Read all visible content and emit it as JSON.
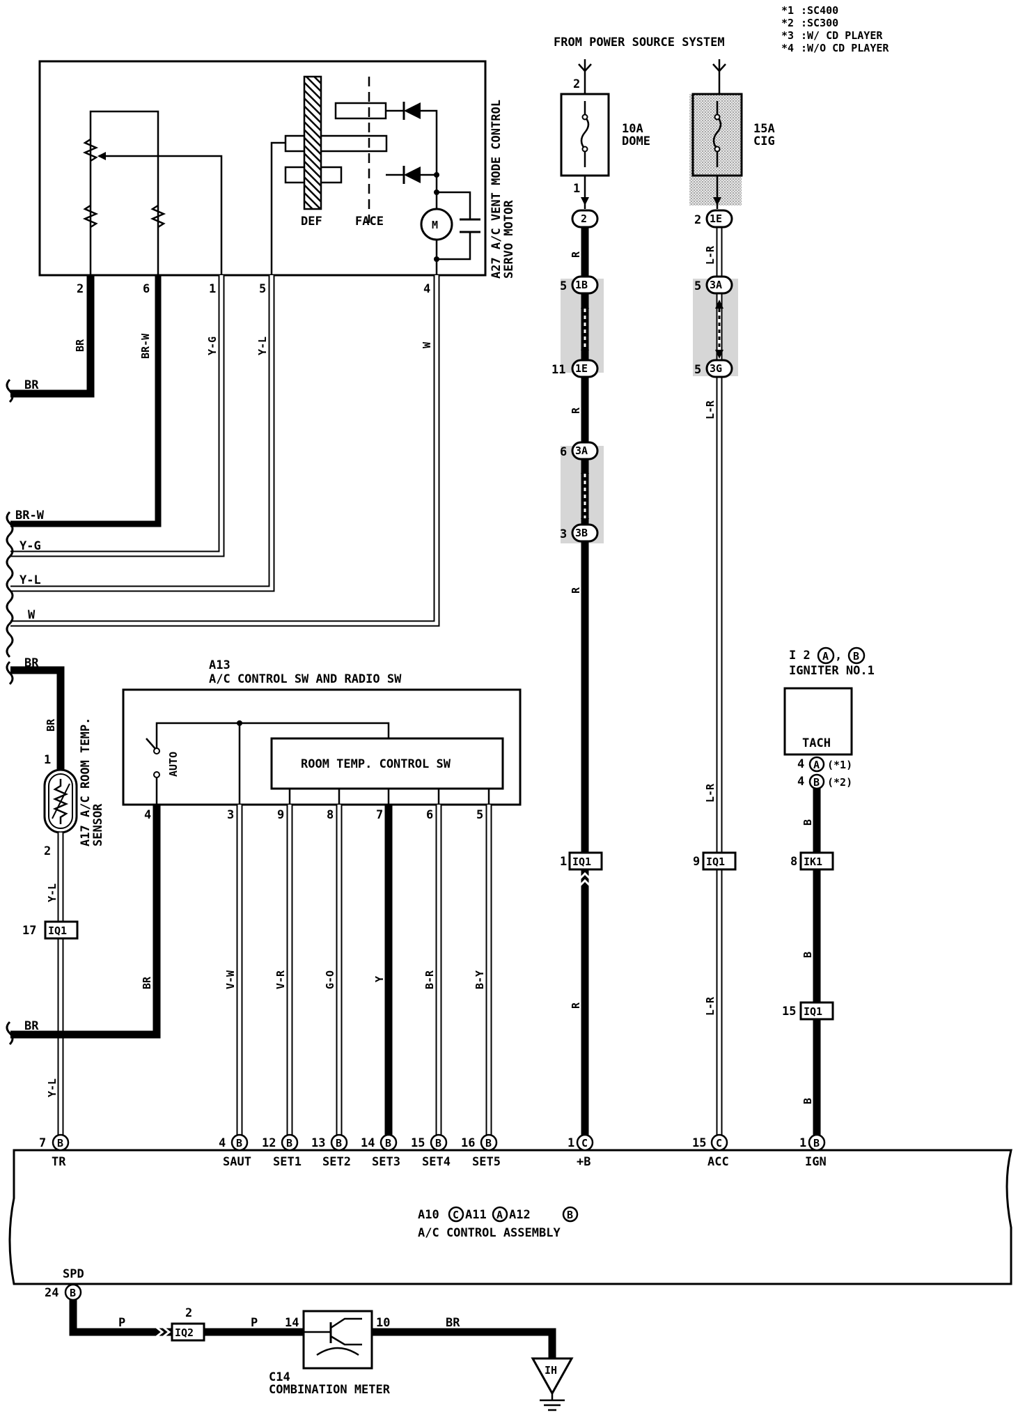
{
  "notes": [
    {
      "key": "*1",
      "text": ":SC400"
    },
    {
      "key": "*2",
      "text": ":SC300"
    },
    {
      "key": "*3",
      "text": ":W/ CD PLAYER"
    },
    {
      "key": "*4",
      "text": ":W/O CD PLAYER"
    }
  ],
  "power_source": "FROM POWER SOURCE SYSTEM",
  "fuses": [
    {
      "rating": "10A",
      "name": "DOME",
      "pin_in": "2",
      "pin_out": "1"
    },
    {
      "rating": "15A",
      "name": "CIG"
    }
  ],
  "servo": {
    "code": "A27",
    "name1": "A/C VENT MODE CONTROL",
    "name2": "SERVO MOTOR",
    "def_label": "DEF",
    "face_label": "FACE",
    "motor_label": "M",
    "pins": [
      "2",
      "6",
      "1",
      "5",
      "4"
    ]
  },
  "wires": {
    "br": "BR",
    "brw": "BR-W",
    "yg": "Y-G",
    "yl": "Y-L",
    "w": "W",
    "r": "R",
    "lr": "L-R",
    "b": "B",
    "vw": "V-W",
    "vr": "V-R",
    "go": "G-O",
    "y": "Y",
    "br2": "B-R",
    "by": "B-Y",
    "p": "P"
  },
  "connectors": {
    "c2": "2",
    "c1e": "1E",
    "c1b": "1B",
    "c3a": "3A",
    "c3b": "3B",
    "c3g": "3G",
    "iq1": "IQ1",
    "ik1": "IK1",
    "iq2": "IQ2",
    "ih": "IH",
    "a": "A",
    "b": "B",
    "c": "C"
  },
  "conn_pins": {
    "p2a": "2",
    "p5a": "5",
    "p11": "11",
    "p6": "6",
    "p3": "3",
    "p2b": "2",
    "p5b": "5",
    "p5c": "5",
    "iq1_1": "1",
    "iq1_9": "9",
    "ik1_8": "8",
    "iq1_15": "15",
    "iq1_17": "17",
    "iq2_2": "2",
    "ig_4a": "4",
    "ig_4b": "4",
    "s1": "1",
    "s2": "2"
  },
  "sensor": {
    "code": "A17",
    "name1": "A/C ROOM TEMP.",
    "name2": "SENSOR"
  },
  "control_sw": {
    "code": "A13",
    "name": "A/C CONTROL SW AND RADIO SW",
    "auto_label": "AUTO",
    "room_sw": "ROOM TEMP. CONTROL SW",
    "pins": [
      "4",
      "3",
      "9",
      "8",
      "7",
      "6",
      "5"
    ]
  },
  "igniter": {
    "code": "I 2",
    "name": "IGNITER NO.1",
    "tach": "TACH",
    "note_a": "(*1)",
    "note_b": "(*2)"
  },
  "assembly": {
    "code_a10": "A10",
    "code_a11": "A11",
    "code_a12": "A12",
    "name": "A/C CONTROL ASSEMBLY",
    "terminals": [
      {
        "pin": "7",
        "conn": "B",
        "label": "TR"
      },
      {
        "pin": "4",
        "conn": "B",
        "label": "SAUT"
      },
      {
        "pin": "12",
        "conn": "B",
        "label": "SET1"
      },
      {
        "pin": "13",
        "conn": "B",
        "label": "SET2"
      },
      {
        "pin": "14",
        "conn": "B",
        "label": "SET3"
      },
      {
        "pin": "15",
        "conn": "B",
        "label": "SET4"
      },
      {
        "pin": "16",
        "conn": "B",
        "label": "SET5"
      },
      {
        "pin": "1",
        "conn": "C",
        "label": "+B"
      },
      {
        "pin": "15",
        "conn": "C",
        "label": "ACC"
      },
      {
        "pin": "1",
        "conn": "B",
        "label": "IGN"
      }
    ],
    "spd": {
      "label": "SPD",
      "pin": "24",
      "conn": "B"
    }
  },
  "meter": {
    "code": "C14",
    "name": "COMBINATION METER",
    "pin_in": "14",
    "pin_out": "10"
  }
}
